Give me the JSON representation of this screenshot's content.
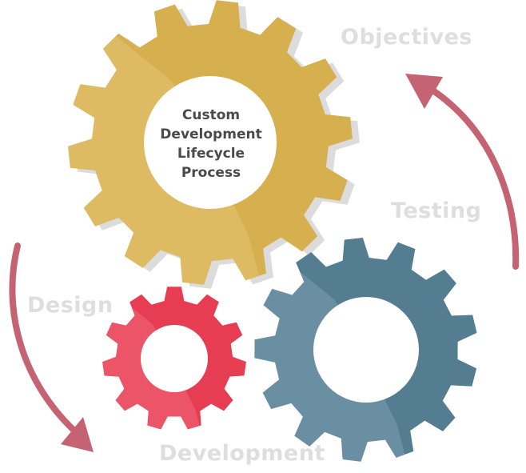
{
  "title_lines": [
    "Custom",
    "Development",
    "Lifecycle",
    "Process"
  ],
  "stages": {
    "objectives": "Objectives",
    "testing": "Testing",
    "design": "Design",
    "development": "Development"
  },
  "colors": {
    "gold_gear": "#d6b04f",
    "gold_gear_light": "#deba62",
    "blue_gear": "#547d91",
    "blue_gear_light": "#6a8fa2",
    "red_gear": "#e63d52",
    "red_gear_light": "#ec5468",
    "shadow": "#dcdcdc",
    "arrow": "#c56373",
    "label": "#dedede",
    "title_text": "#4a4a4a"
  }
}
